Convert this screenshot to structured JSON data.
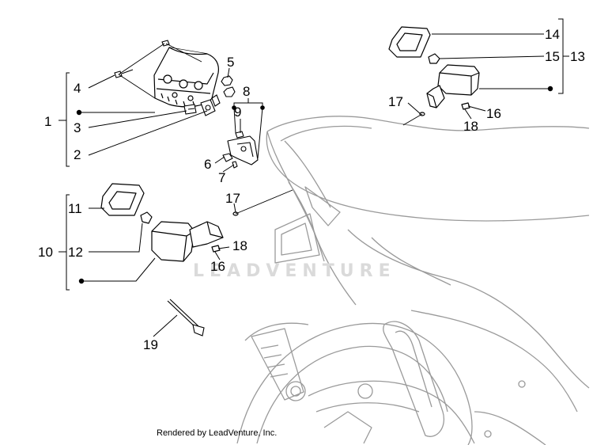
{
  "diagram": {
    "watermark": "LEADVENTURE",
    "credit": "Rendered by LeadVenture, Inc.",
    "callouts": {
      "c1": "1",
      "c2": "2",
      "c3": "3",
      "c4": "4",
      "c5": "5",
      "c6": "6",
      "c7": "7",
      "c8": "8",
      "c9": "9",
      "c10": "10",
      "c11": "11",
      "c12": "12",
      "c13": "13",
      "c14": "14",
      "c15": "15",
      "c16a": "16",
      "c16b": "16",
      "c17a": "17",
      "c17b": "17",
      "c18a": "18",
      "c18b": "18",
      "c19": "19"
    }
  }
}
